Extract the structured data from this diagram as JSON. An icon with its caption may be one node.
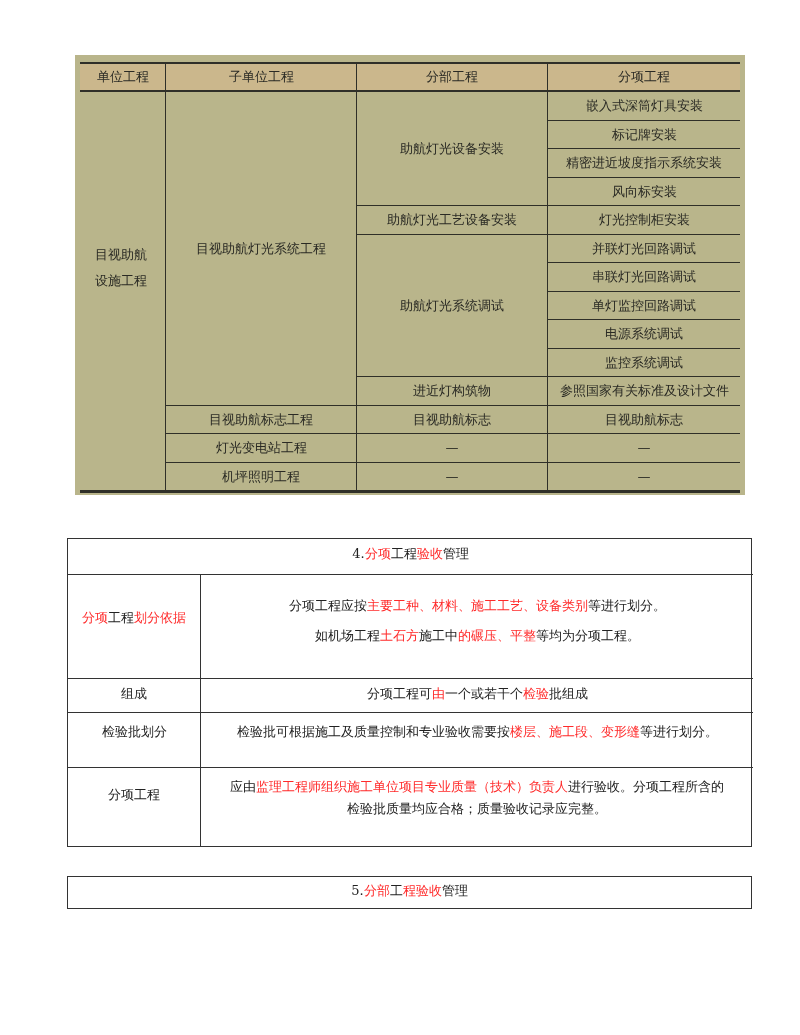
{
  "diagram": {
    "labels": [
      "单位工程",
      "子单位工程",
      "分部工程",
      "分项工程",
      "目视助航设施工程",
      "目视助航灯光系统工程",
      "助航灯光设备安装",
      "嵌入式深筒灯具安装",
      "标记牌安装",
      "精密进近坡度指示系统安装",
      "风向标安装",
      "助航灯光工艺设备安装",
      "灯光控制柜安装",
      "助航灯光系统调试",
      "并联灯光回路调试",
      "串联灯光回路调试",
      "单灯监控回路调试",
      "电源系统调试",
      "监控系统调试",
      "进近灯构筑物",
      "参照国家有关标准及设计文件",
      "目视助航标志工程",
      "目视助航标志",
      "目视助航标志",
      "灯光变电站工程",
      "—",
      "—",
      "机坪照明工程",
      "—",
      "—",
      "4.**分项**工程**验收**管理",
      "**分项**工程**划分依据**",
      "分项工程应按**主要工种、材料、施工工艺、设备类别**等进行划分。",
      "如机场工程**土石方**施工中**的碾压、平整**等均为分项工程。",
      "组成",
      "分项工程可**由**一个或若干个**检验**批组成",
      "检验批划分",
      "检验批可根据施工及质量控制和专业验收需要按**楼层、施工段、变形缝**等进行划分。",
      "分项工程",
      "应由**监理工程师组织施工单位项目专业质量（技术）负责人**进行验收。分项工程所含的检验批质量均应合格；质量验收记录应完整。",
      "5.**分部**工**程验收**管理"
    ]
  }
}
